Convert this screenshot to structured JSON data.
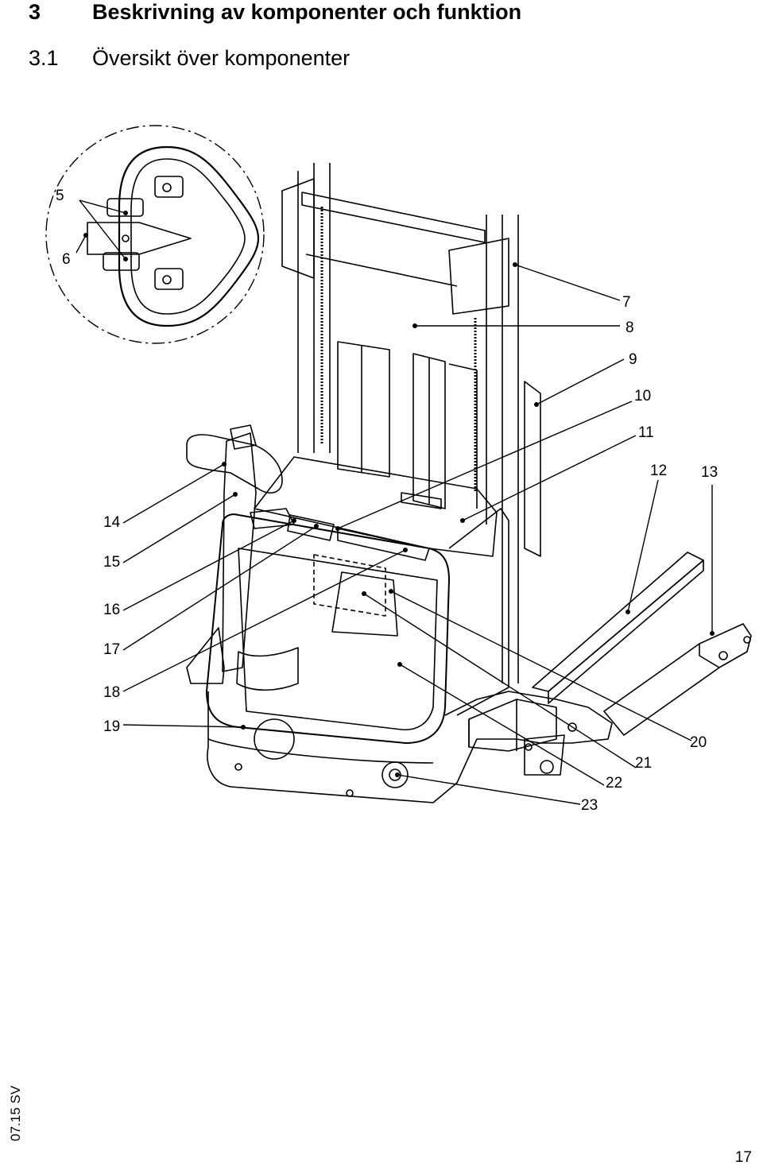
{
  "heading": {
    "number": "3",
    "title": "Beskrivning av komponenter och funktion"
  },
  "subheading": {
    "number": "3.1",
    "title": "Översikt över komponenter"
  },
  "callouts": [
    "5",
    "6",
    "7",
    "8",
    "9",
    "10",
    "11",
    "12",
    "13",
    "14",
    "15",
    "16",
    "17",
    "18",
    "19",
    "20",
    "21",
    "22",
    "23"
  ],
  "side_label": "07.15 SV",
  "page_number": "17"
}
